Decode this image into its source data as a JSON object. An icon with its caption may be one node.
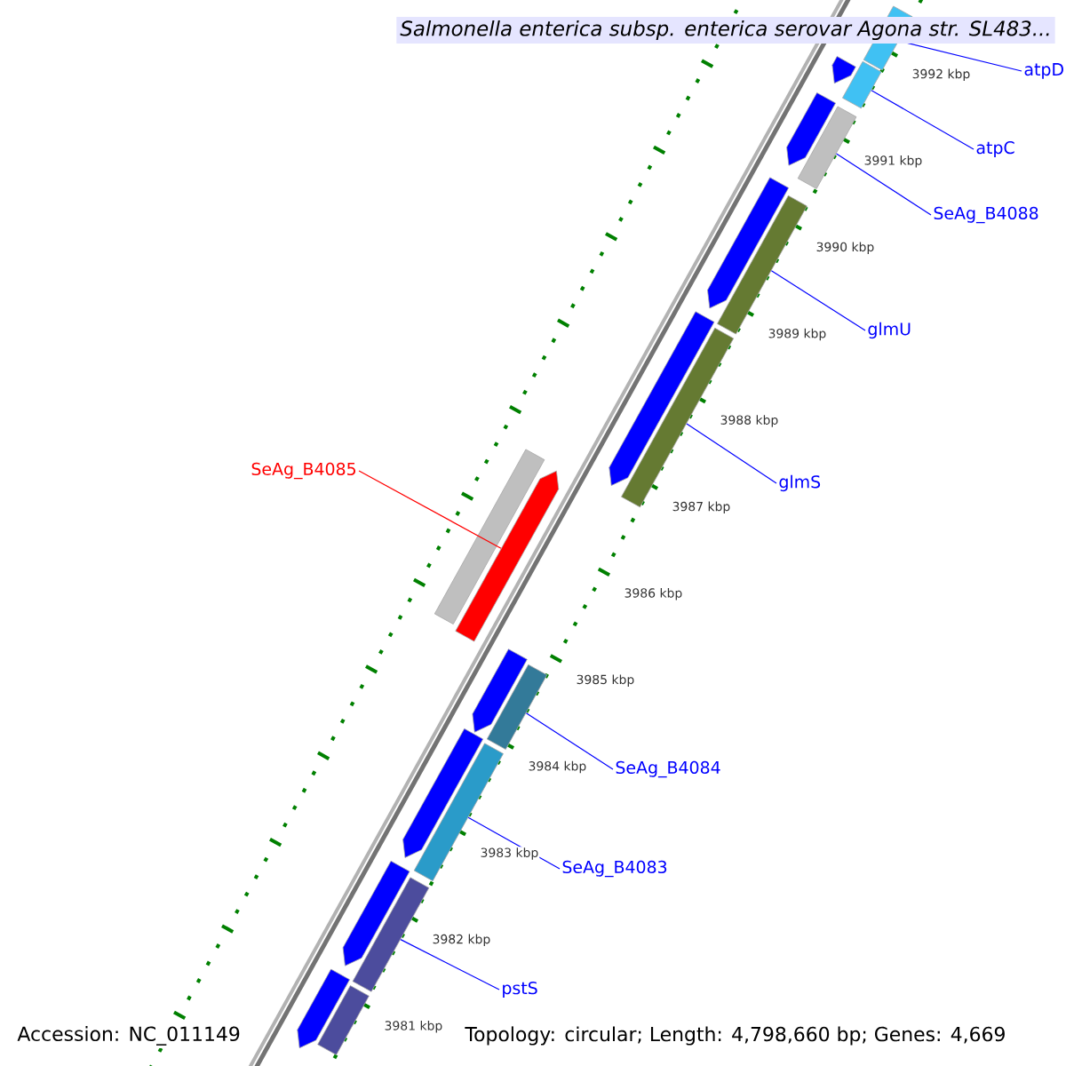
{
  "diagram": {
    "title": "*Salmonella enterica* subsp. *enterica* serovar Agona str. SL483...",
    "nodes": [
      {
        "text": [
          "atpD"
        ]
      },
      {
        "text": [],
        "shape": "bar"
      },
      {
        "text": [
          "atpC"
        ]
      },
      {
        "text": [],
        "shape": "bar"
      },
      {
        "text": [
          "SeAg_B4088"
        ]
      },
      {
        "text": [],
        "shape": "bar"
      },
      {
        "text": [
          "glmU"
        ]
      },
      {
        "text": [],
        "shape": "bar"
      },
      {
        "text": [
          "glmS"
        ]
      },
      {
        "text": [],
        "shape": "bar"
      },
      {
        "text": [
          "SeAg_B4085"
        ]
      },
      {
        "text": [],
        "shape": "arrow"
      },
      {
        "text": [
          "SeAg_B4084"
        ]
      },
      {
        "text": [],
        "shape": "bar"
      },
      {
        "text": [
          "SeAg_B4083"
        ]
      },
      {
        "text": [],
        "shape": "bar"
      },
      {
        "text": [
          "pstS"
        ]
      },
      {
        "text": [],
        "shape": "bar"
      },
      {
        "text": [],
        "shape": "arrow"
      },
      {
        "text": [],
        "shape": "arrow"
      },
      {
        "text": [],
        "shape": "arrow"
      },
      {
        "text": [],
        "shape": "arrow"
      },
      {
        "text": [],
        "shape": "bar"
      },
      {
        "text": [],
        "shape": "arrow"
      },
      {
        "text": [],
        "shape": "arrow"
      },
      {
        "text": [],
        "shape": "arrow"
      },
      {
        "text": [],
        "shape": "arrow"
      },
      {
        "text": [],
        "shape": "bar"
      }
    ],
    "edges": [
      {
        "from": 0,
        "to": 1,
        "arrow": "none"
      },
      {
        "from": 2,
        "to": 3,
        "arrow": "none"
      },
      {
        "from": 4,
        "to": 5,
        "arrow": "none"
      },
      {
        "from": 6,
        "to": 7,
        "arrow": "none"
      },
      {
        "from": 8,
        "to": 9,
        "arrow": "none"
      },
      {
        "from": 10,
        "to": 11,
        "arrow": "none",
        "color": "#ff0000"
      },
      {
        "from": 12,
        "to": 13,
        "arrow": "none"
      },
      {
        "from": 14,
        "to": 15,
        "arrow": "none"
      },
      {
        "from": 16,
        "to": 17,
        "arrow": "none"
      }
    ],
    "labels": [
      "3992 kbp",
      "3991 kbp",
      "3990 kbp",
      "3989 kbp",
      "3988 kbp",
      "3987 kbp",
      "3986 kbp",
      "3985 kbp",
      "3984 kbp",
      "3983 kbp",
      "3982 kbp",
      "3981 kbp",
      "Accession: NC_011149",
      "Topology: circular; Length: 4,798,660 bp; Genes: 4,669"
    ]
  }
}
